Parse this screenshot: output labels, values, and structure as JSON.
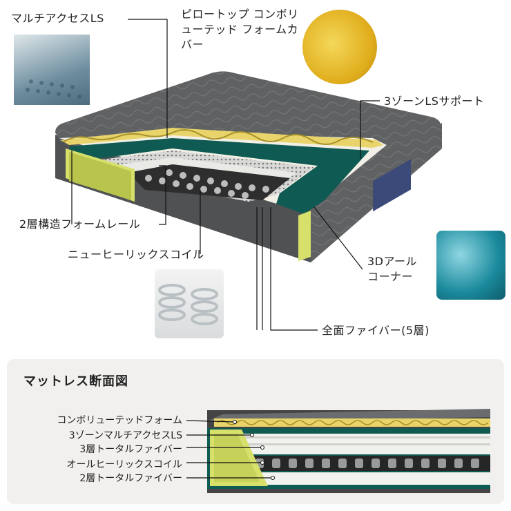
{
  "labels": {
    "multi_access_ls": "マルチアクセスLS",
    "pillow_top": "ピロートップ コンボリューテッド フォームカバー",
    "three_zone_support": "3ゾーンLSサポート",
    "two_layer_rail": "2層構造フォームレール",
    "new_helix_coil": "ニューヒーリックスコイル",
    "corner_3d": "3Dアール コーナー",
    "full_fiber": "全面ファイバー(5層)"
  },
  "section": {
    "title": "マットレス断面図",
    "layers": [
      "コンボリューテッドフォーム",
      "3ゾーンマルチアクセスLS",
      "3層トータルファイバー",
      "オールヒーリックスコイル",
      "2層トータルファイバー"
    ]
  },
  "colors": {
    "cover": "#5d5f61",
    "foam_yellow": "#e8d46a",
    "rail_lime": "#d6e06a",
    "teal": "#0f5a52",
    "panel_bg": "#f1f0ee"
  }
}
